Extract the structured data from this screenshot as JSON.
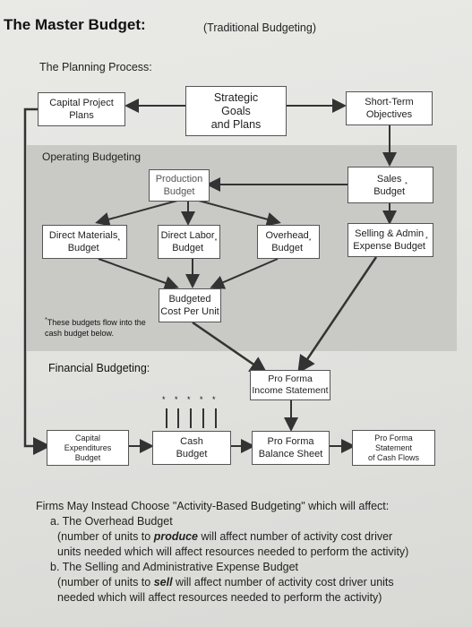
{
  "header": {
    "title": "The Master Budget:",
    "subtitle": "(Traditional Budgeting)"
  },
  "planning": {
    "label": "The Planning Process:"
  },
  "boxes": {
    "capital_project_plans": "Capital Project\nPlans",
    "strategic_goals": "Strategic\nGoals\nand Plans",
    "short_term_objectives": "Short-Term\nObjectives",
    "production_budget": "Production\nBudget",
    "sales_budget": "Sales\nBudget",
    "direct_materials_budget": "Direct Materials\nBudget",
    "direct_labor_budget": "Direct Labor\nBudget",
    "overhead_budget": "Overhead\nBudget",
    "selling_admin_budget": "Selling & Admin\nExpense Budget",
    "budgeted_cost_per_unit": "Budgeted\nCost Per Unit",
    "pro_forma_income_statement": "Pro Forma\nIncome Statement",
    "capital_expenditures_budget": "Capital\nExpenditures\nBudget",
    "cash_budget": "Cash\nBudget",
    "pro_forma_balance_sheet": "Pro Forma\nBalance Sheet",
    "pro_forma_cash_flows": "Pro Forma\nStatement\nof Cash Flows"
  },
  "sections": {
    "operating": "Operating Budgeting",
    "financial": "Financial Budgeting:"
  },
  "footnote": {
    "star": "*",
    "text": "These budgets flow into the cash budget below."
  },
  "stars": "* * * * *",
  "activity": {
    "intro": "Firms May Instead Choose \"Activity-Based Budgeting\" which will affect:",
    "a_title": "a.  The Overhead Budget",
    "a_pre": "(number of units to ",
    "a_bold": "produce",
    "a_post": " will affect number of activity cost driver",
    "a_line2": "units needed which will affect resources needed to perform the activity)",
    "b_title": "b.  The Selling and Administrative Expense Budget",
    "b_pre": "(number of units to ",
    "b_bold": "sell",
    "b_post": " will affect number of activity cost driver units",
    "b_line2": "needed which will affect resources needed to perform the activity)"
  }
}
